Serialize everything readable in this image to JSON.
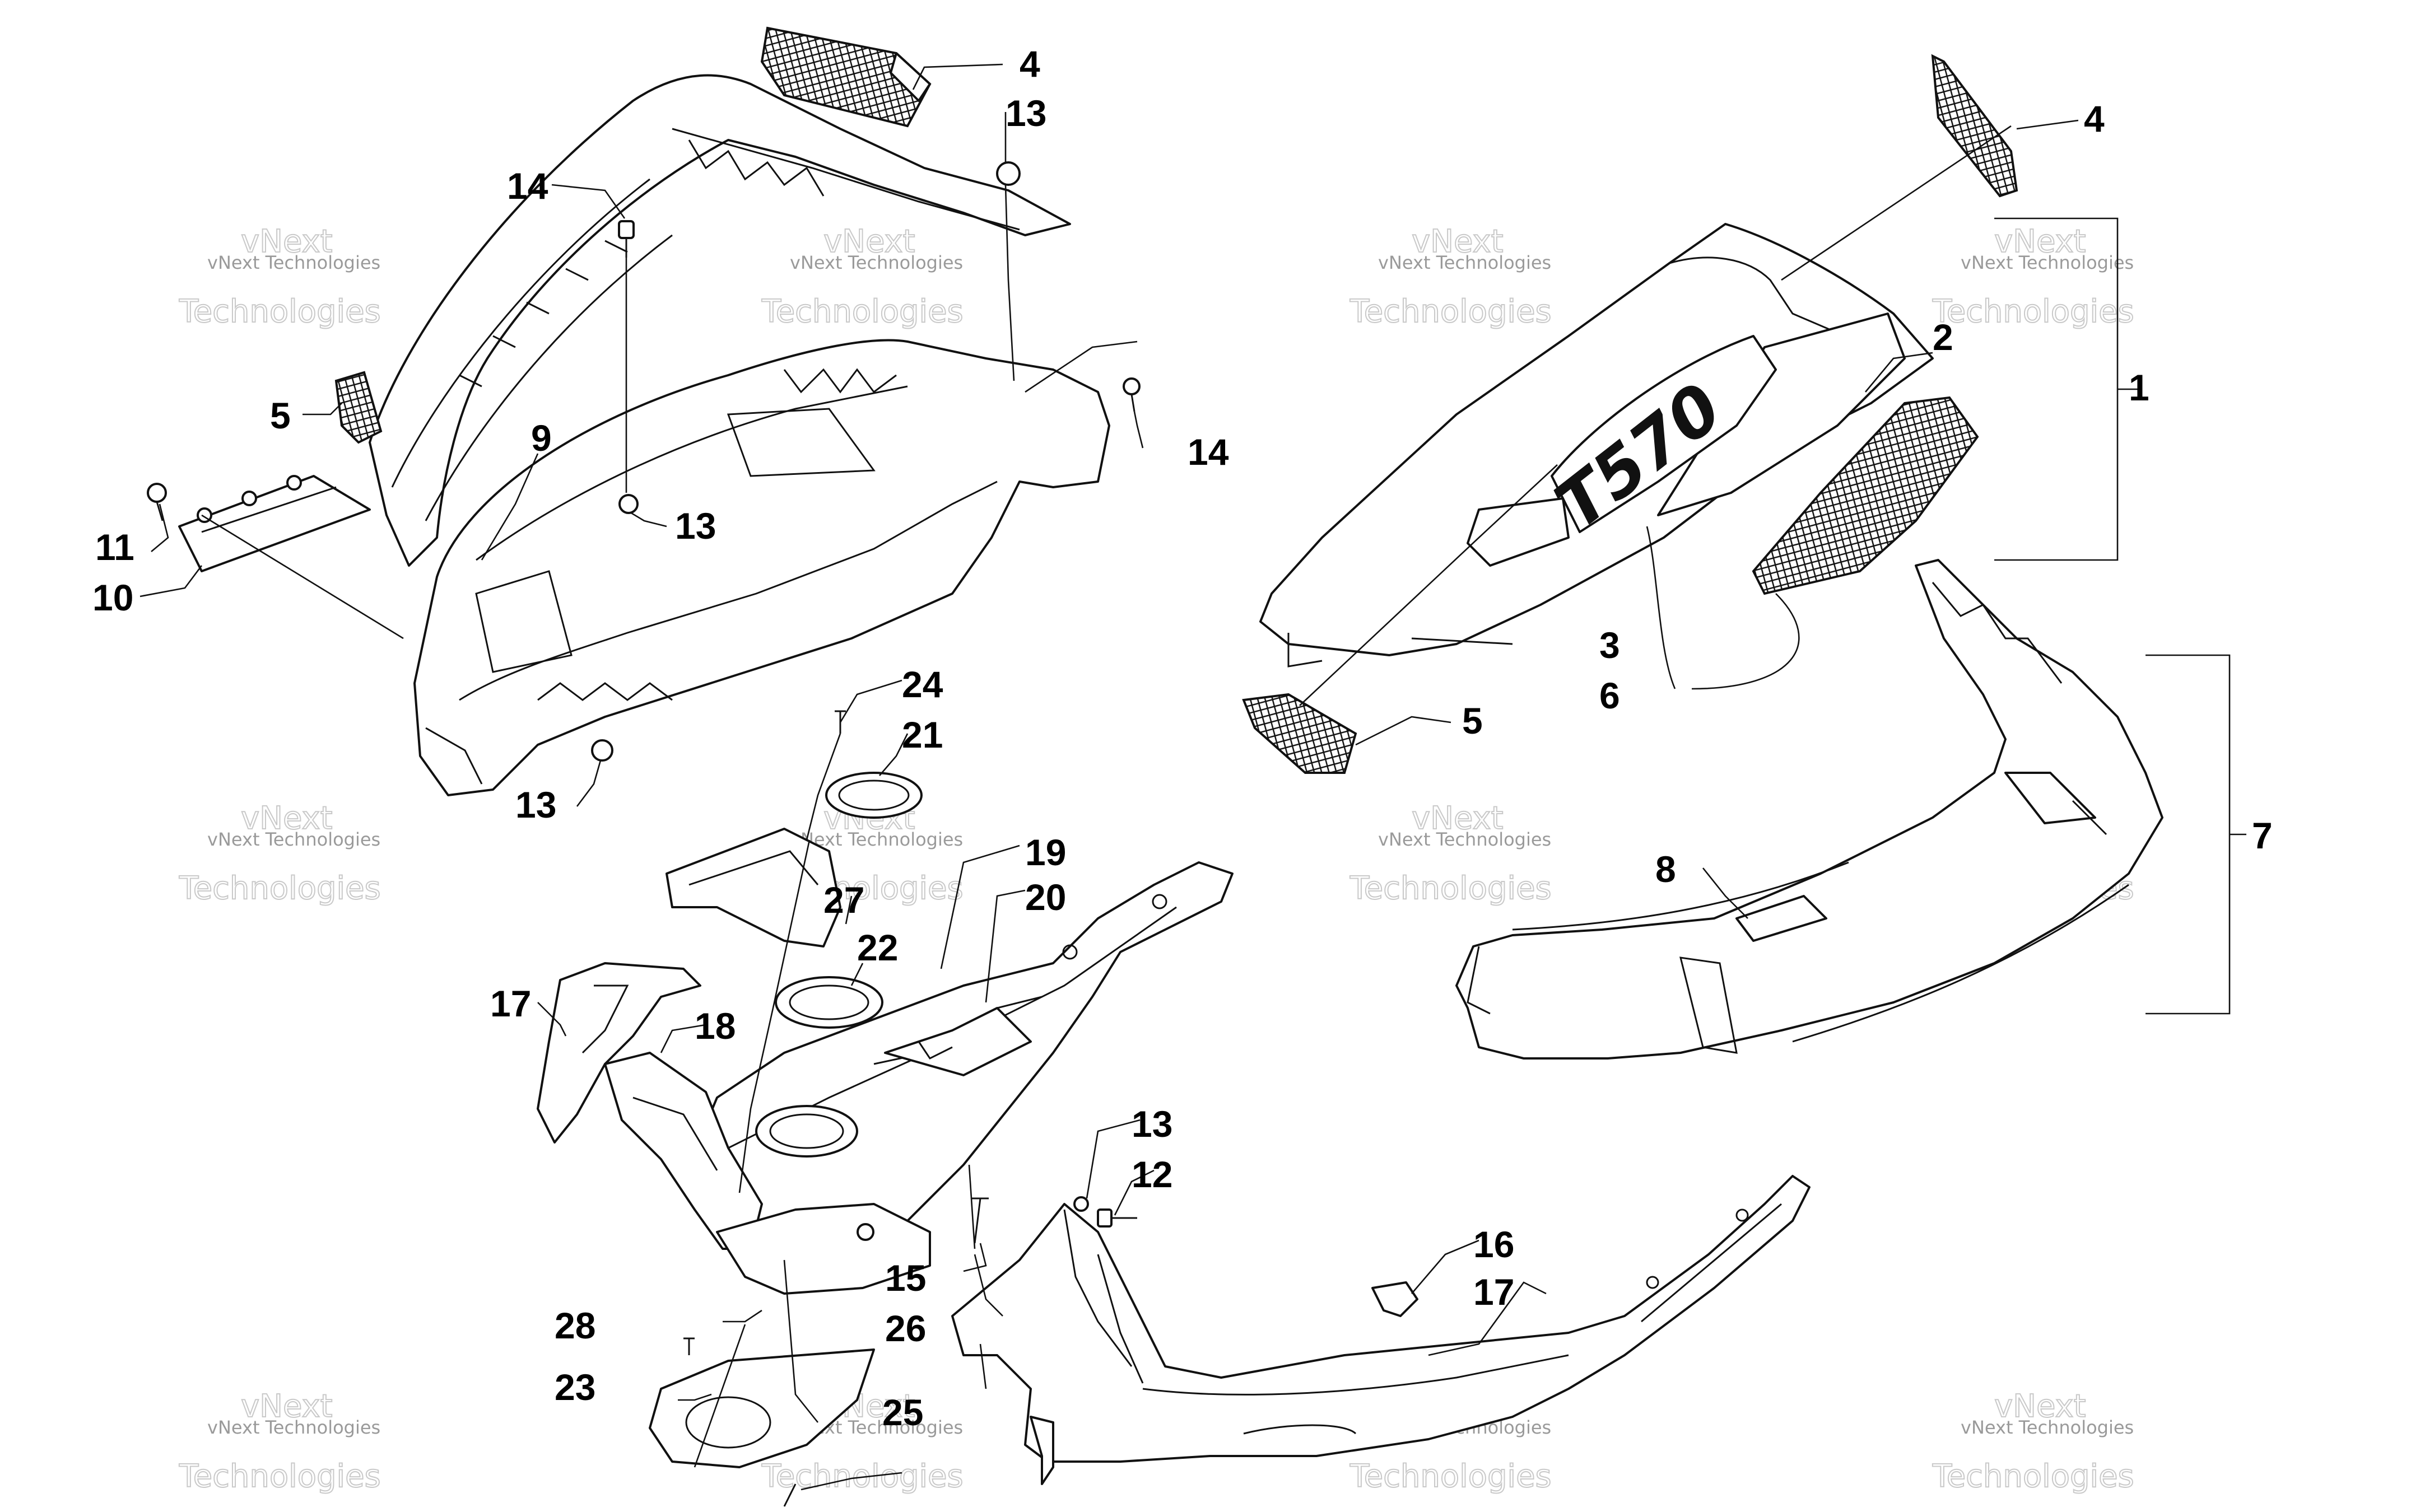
{
  "callouts": {
    "c1": "1",
    "c2": "2",
    "c3": "3",
    "c4a": "4",
    "c4b": "4",
    "c5a": "5",
    "c5b": "5",
    "c6": "6",
    "c7": "7",
    "c8": "8",
    "c9": "9",
    "c10": "10",
    "c11": "11",
    "c12": "12",
    "c13a": "13",
    "c13b": "13",
    "c13c": "13",
    "c13d": "13",
    "c14a": "14",
    "c14b": "14",
    "c15": "15",
    "c16": "16",
    "c17a": "17",
    "c17b": "17",
    "c18": "18",
    "c19": "19",
    "c20": "20",
    "c21": "21",
    "c22": "22",
    "c23": "23",
    "c24": "24",
    "c25": "25",
    "c26": "26",
    "c27": "27",
    "c28": "28"
  },
  "decal_text": "T570",
  "watermark": {
    "line1": "vNext",
    "line2": "vNext Technologies",
    "line3": "Technologies"
  }
}
